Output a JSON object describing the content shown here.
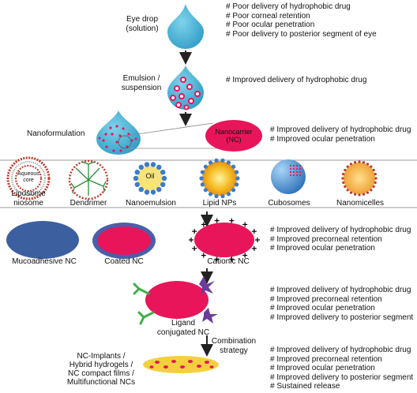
{
  "stages": {
    "eye_drop": {
      "label_line1": "Eye drop",
      "label_line2": "(solution)",
      "notes": [
        "# Poor delivery of hydrophobic drug",
        "# Poor corneal retention",
        "# Poor ocular penetration",
        "# Poor delivery to posterior segment of eye"
      ]
    },
    "emulsion": {
      "label_line1": "Emulsion /",
      "label_line2": "suspension",
      "notes": [
        "# Improved delivery of hydrophobic drug"
      ]
    },
    "nanoformulation": {
      "label": "Nanoformulation",
      "carrier_line1": "Nanocarrier",
      "carrier_line2": "(NC)",
      "notes": [
        "# Improved delivery of hydrophobic drug",
        "# Improved ocular penetration"
      ]
    },
    "nanocarrier_types": {
      "aqueous_core_line1": "Aqueous",
      "aqueous_core_line2": "core",
      "oil_label": "Oil",
      "items": [
        "Liposome",
        "niosome",
        "Dendrimer",
        "Nanoemulsion",
        "Lipid NPs",
        "Cubosomes",
        "Nanomicelles"
      ]
    },
    "modified_nc": {
      "items": [
        "Mucoadhesive NC",
        "Coated NC",
        "Cationic NC"
      ],
      "notes": [
        "# Improved delivery of hydrophobic drug",
        "# Improved precorneal retention",
        "# Improved ocular penetration"
      ]
    },
    "ligand": {
      "label_line1": "Ligand",
      "label_line2": "conjugated NC",
      "notes": [
        "# Improved delivery of hydrophobic drug",
        "# Improved precorneal retention",
        "# Improved ocular penetration",
        "# Improved delivery to posterior segment"
      ]
    },
    "combination": {
      "strategy_line1": "Combination",
      "strategy_line2": "strategy",
      "items": [
        "NC-Implants /",
        "Hybrid hydrogels /",
        "NC compact films /",
        "Multifunctional NCs"
      ],
      "notes": [
        "# Improved delivery of hydrophobic drug",
        "# Improved precorneal retention",
        "# Improved ocular penetration",
        "# Improved delivery to posterior segment",
        "# Sustained release"
      ]
    }
  },
  "colors": {
    "drop": "#4bb3d6",
    "carrier": "#e8155a",
    "mucoadhesive": "#3c5fa0",
    "coat": "#4a5fa8",
    "cubosome": "#3a7cc8",
    "ligand_green": "#3fae49",
    "ligand_purple": "#6a3d9a",
    "combination": "#f4d03f",
    "arrow": "#222222"
  },
  "icons": [
    "drop-shape",
    "arrow-down-icon",
    "liposome-icon",
    "dendrimer-icon",
    "nanoemulsion-icon",
    "lipid-np-icon",
    "cubosome-icon",
    "nanomicelle-icon"
  ]
}
